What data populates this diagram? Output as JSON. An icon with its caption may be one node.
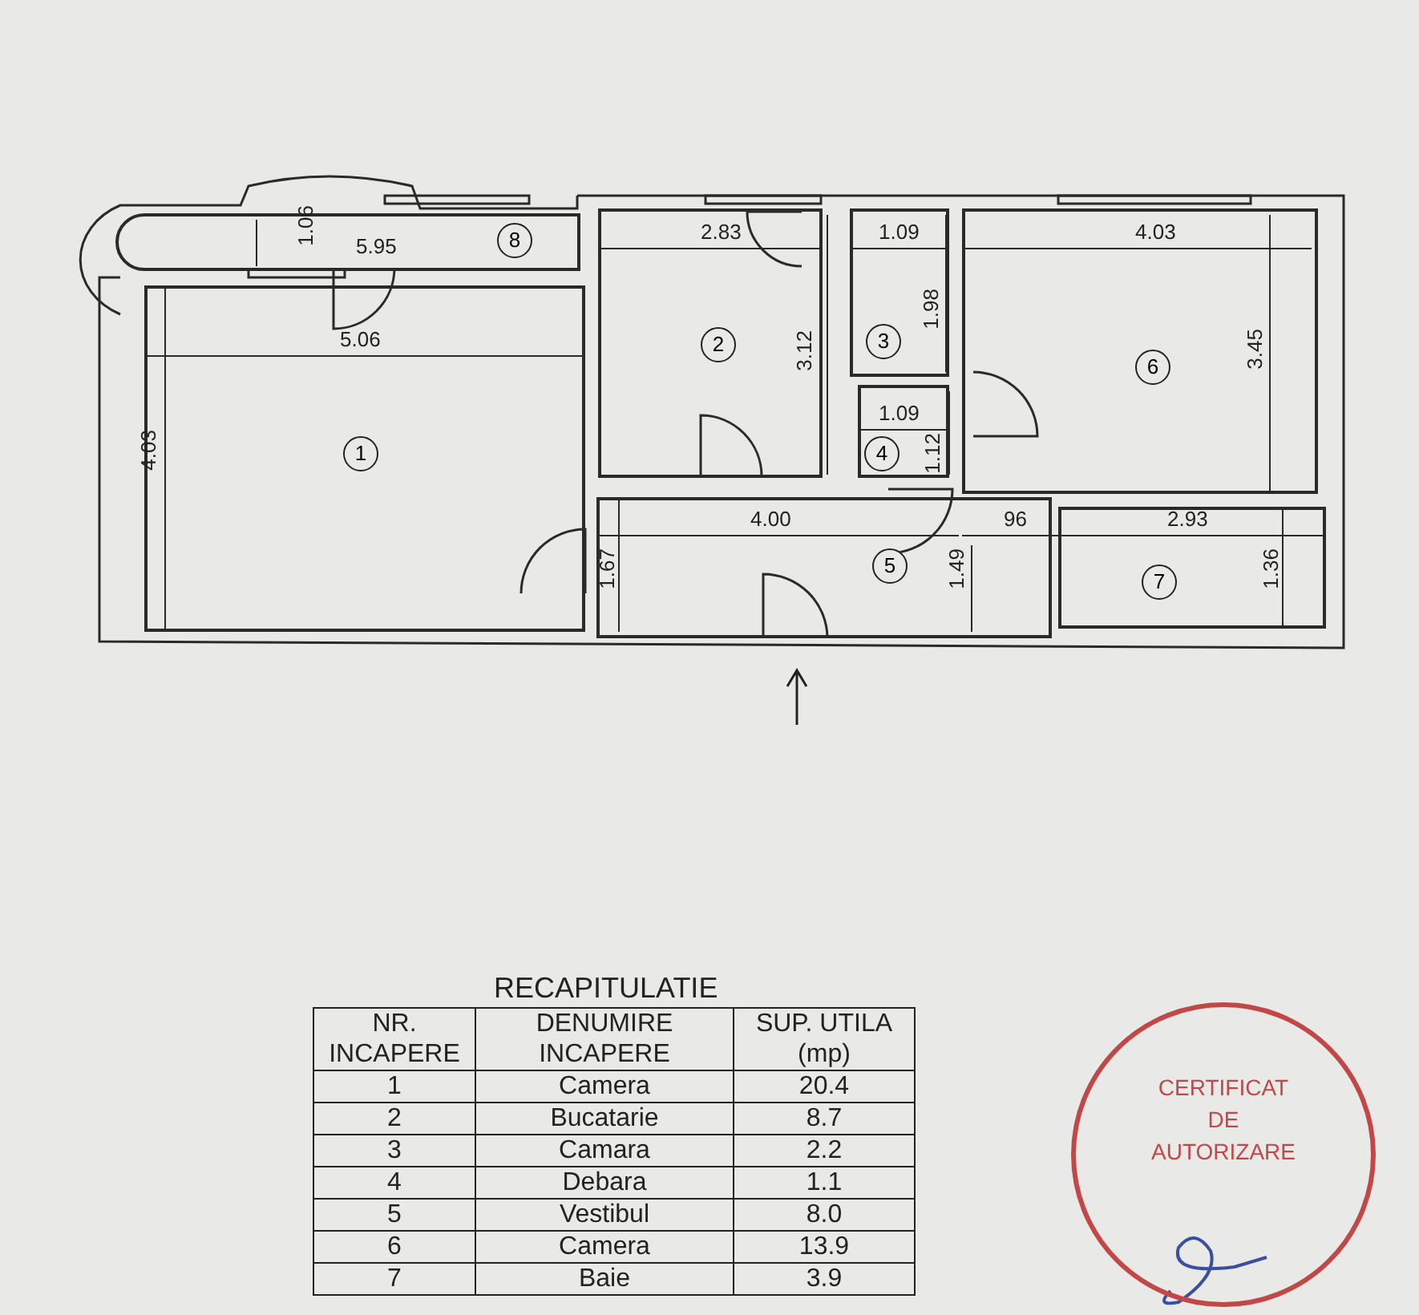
{
  "diagram": {
    "nodes": [
      {
        "text": [
          "1"
        ]
      },
      {
        "text": [
          "2"
        ]
      },
      {
        "text": [
          "3"
        ]
      },
      {
        "text": [
          "4"
        ]
      },
      {
        "text": [
          "5"
        ]
      },
      {
        "text": [
          "6"
        ]
      },
      {
        "text": [
          "7"
        ]
      },
      {
        "text": [
          "8"
        ]
      },
      {
        "text": [
          "CERTIFICAT DE AUTORIZARE"
        ]
      }
    ],
    "edges": [],
    "labels": [
      "1.06",
      "5.95",
      "2.83",
      "1.09",
      "4.03",
      "1.98",
      "5.06",
      "3.12",
      "3.45",
      "4.03",
      "1.09",
      "1.12",
      "4.00",
      "96",
      "2.93",
      "1.67",
      "1.49",
      "1.36",
      "RECAPITULATIE",
      "NR. INCAPERE",
      "DENUMIRE INCAPERE",
      "SUP. UTILA (mp)",
      "1",
      "Camera",
      "20.4",
      "2",
      "Bucatarie",
      "8.7",
      "3",
      "Camara",
      "2.2",
      "4",
      "Debara",
      "1.1",
      "5",
      "Vestibul",
      "8.0",
      "6",
      "Camera",
      "13.9",
      "7",
      "Baie",
      "3.9"
    ]
  }
}
